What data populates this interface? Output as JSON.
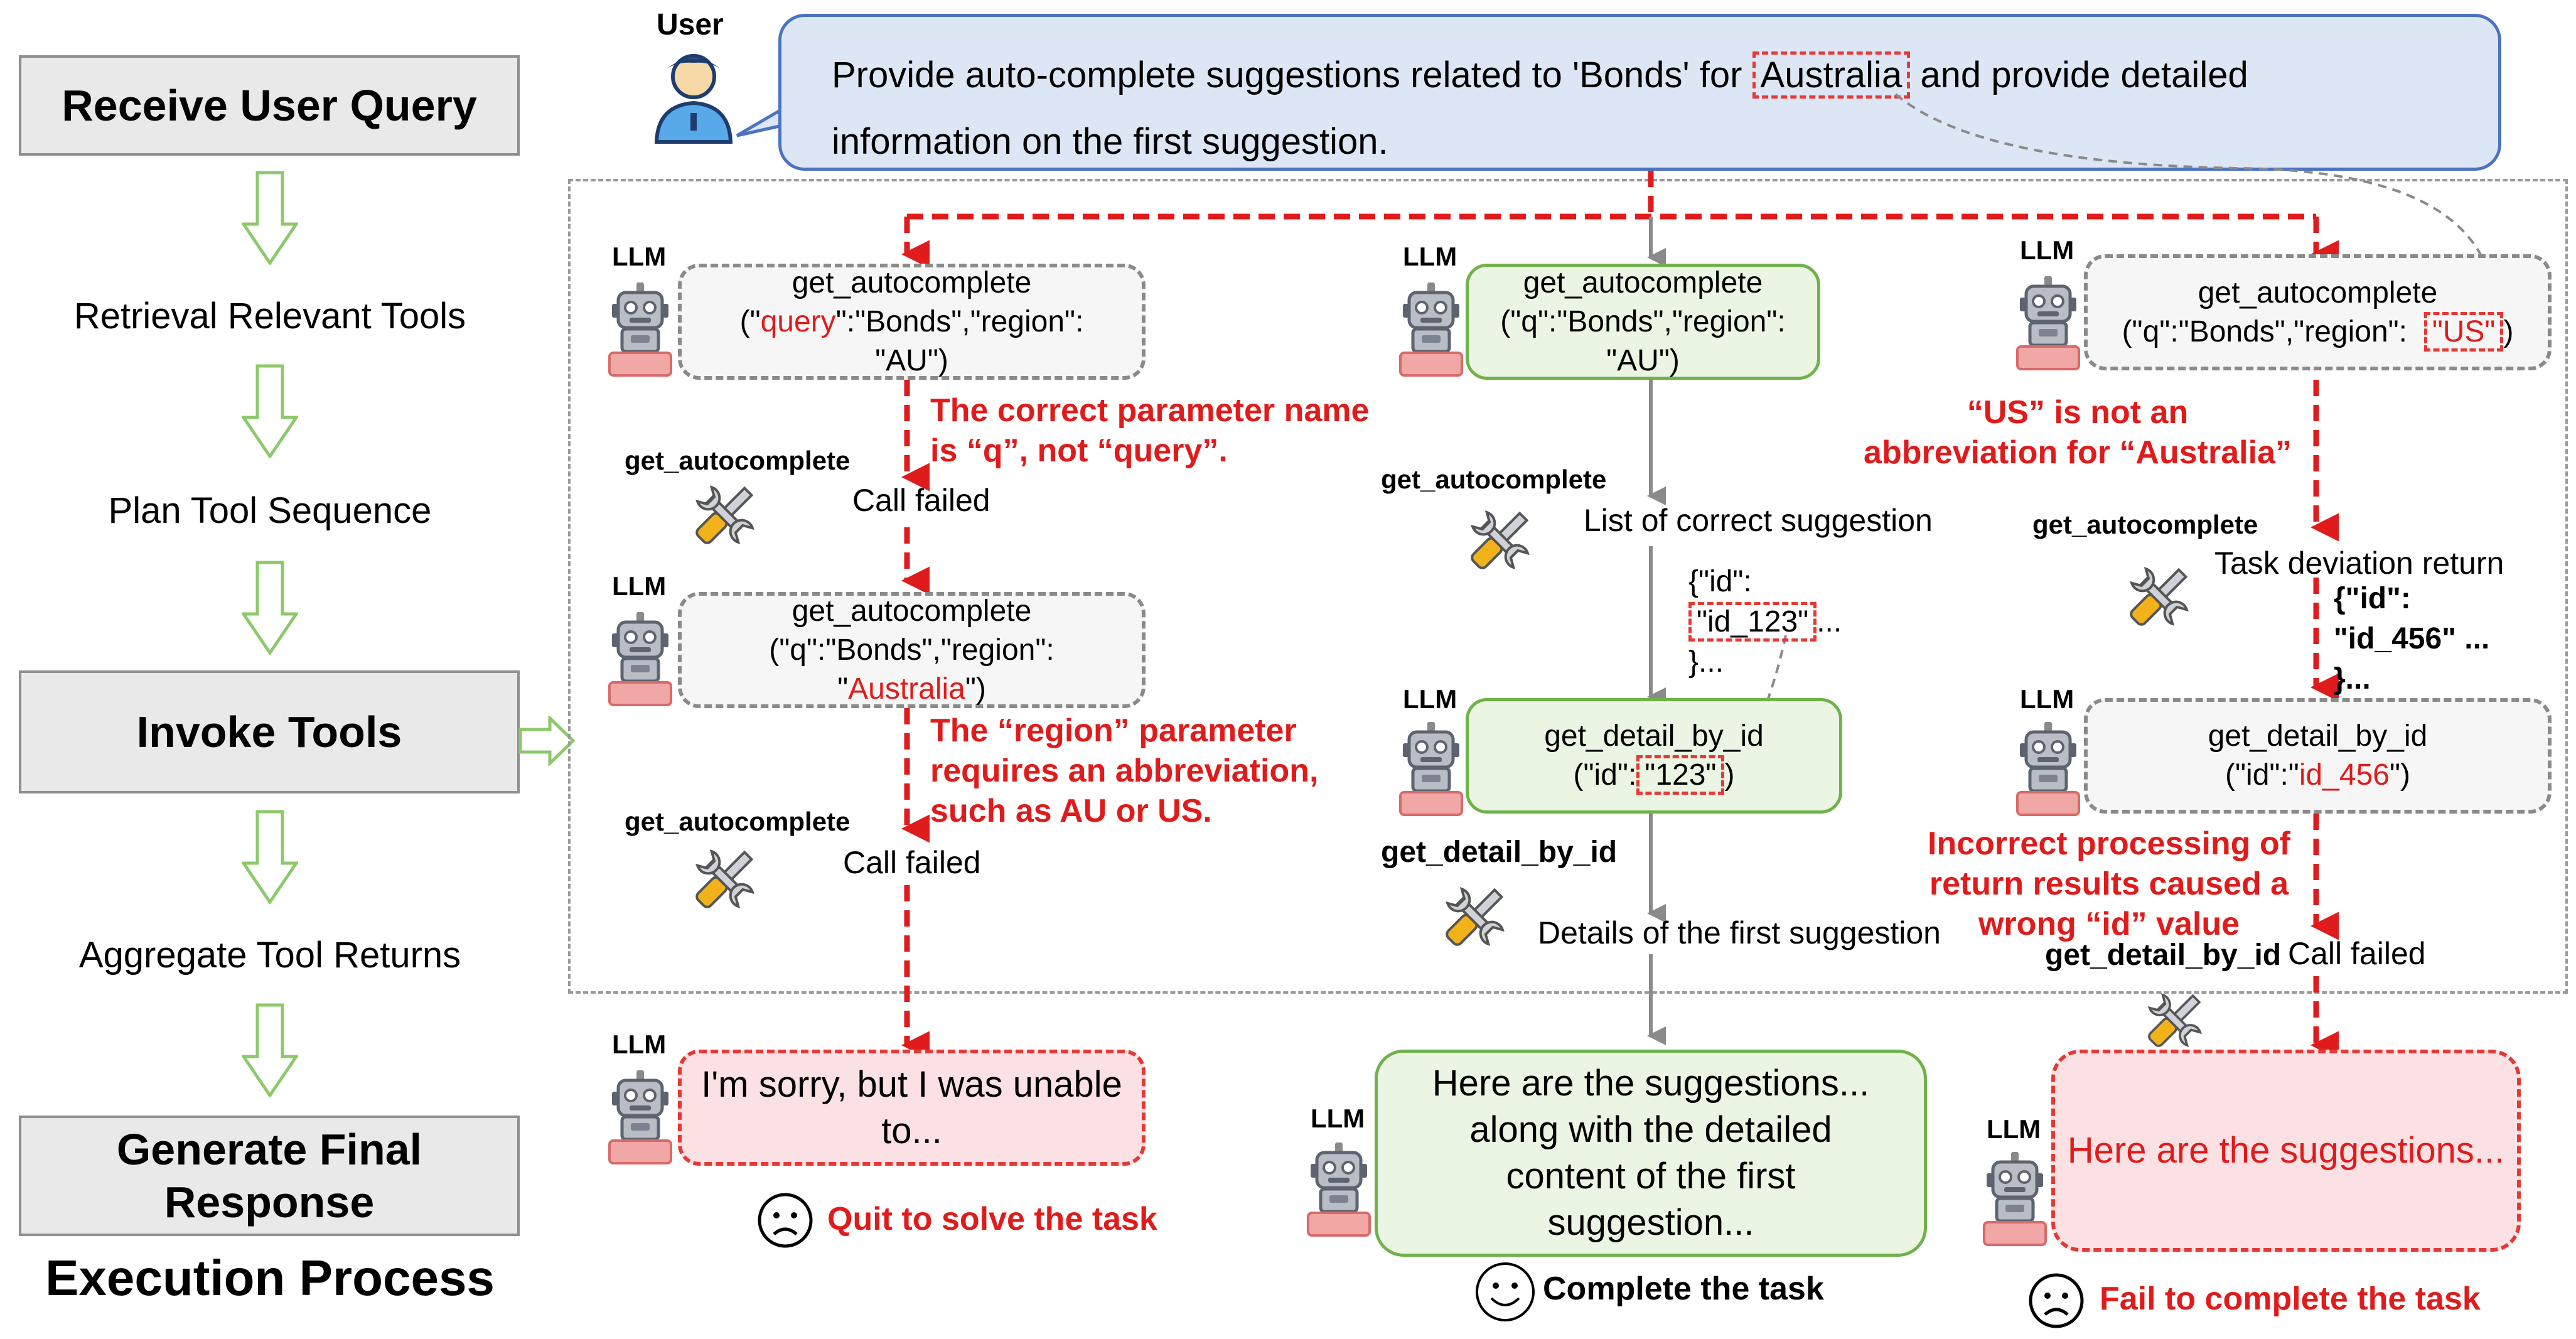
{
  "process": {
    "step1": "Receive User Query",
    "step2": "Retrieval Relevant Tools",
    "step3": "Plan Tool Sequence",
    "step4": "Invoke Tools",
    "step5": "Aggregate Tool Returns",
    "step6": "Generate Final Response",
    "caption": "Execution Process"
  },
  "user": {
    "label": "User",
    "query_line1_a": "Provide auto-complete suggestions related to 'Bonds' for ",
    "query_highlight": "Australia",
    "query_line1_b": " and provide detailed",
    "query_line2": "information on the first suggestion."
  },
  "llm_label": "LLM",
  "left": {
    "call1_fn": "get_autocomplete",
    "call1_a": "(\"",
    "call1_param": "query",
    "call1_b": "\":\"Bonds\",\"region\":",
    "call1_c": "\"AU\")",
    "ann1_line1": "The correct parameter name",
    "ann1_line2": "is “q”, not “query”.",
    "tool1": "get_autocomplete",
    "result1": "Call failed",
    "call2_fn": "get_autocomplete",
    "call2_a": "(\"q\":\"Bonds\",\"region\":",
    "call2_b": "\"",
    "call2_value": "Australia",
    "call2_c": "\")",
    "ann2_line1": "The “region” parameter",
    "ann2_line2": "requires an abbreviation,",
    "ann2_line3": "such as AU or US.",
    "tool2": "get_autocomplete",
    "result2": "Call failed",
    "final_line1": "I'm sorry, but I was unable",
    "final_line2": "to...",
    "outcome": "Quit to solve the task"
  },
  "middle": {
    "call1_fn": "get_autocomplete",
    "call1_a": "(\"q\":\"Bonds\",\"region\":",
    "call1_b": "\"AU\")",
    "tool1": "get_autocomplete",
    "result1": "List of correct suggestion",
    "json_line1": "{\"id\":",
    "json_id": "\"id_123\"",
    "json_ellipsis": "...",
    "json_line3": "}...",
    "call2_fn": "get_detail_by_id",
    "call2_a": "(\"id\":",
    "call2_value": "\"123\"",
    "call2_b": ")",
    "tool2": "get_detail_by_id",
    "result2": "Details of the first suggestion",
    "final_line1": "Here are the suggestions...",
    "final_line2": "along with the detailed",
    "final_line3": "content of the first",
    "final_line4": "suggestion...",
    "outcome": "Complete the task"
  },
  "right": {
    "call1_fn": "get_autocomplete",
    "call1_a": "(\"q\":\"Bonds\",\"region\":  ",
    "call1_value": "\"US\"",
    "call1_b": ")",
    "ann1_line1": "“US” is not an",
    "ann1_line2": "abbreviation for “Australia”",
    "tool1": "get_autocomplete",
    "result1": "Task deviation return",
    "json_line1": "{\"id\":",
    "json_line2": "\"id_456\" ...",
    "json_line3": "}...",
    "call2_fn": "get_detail_by_id",
    "call2_a": "(\"id\":\"",
    "call2_value": "id_456",
    "call2_b": "\")",
    "ann2_line1": "Incorrect processing of",
    "ann2_line2": "return results caused a",
    "ann2_line3": "wrong “id” value",
    "tool2": "get_detail_by_id",
    "result2": "Call failed",
    "final_line1": "Here are the suggestions...",
    "outcome": "Fail to complete the task"
  },
  "colors": {
    "red": "#e01b1b",
    "green_border": "#6fb24a",
    "green_fill": "#eaf5e3",
    "pink_fill": "#fbe1e4",
    "query_fill": "#dde6f4",
    "query_border": "#4a73c2",
    "arrow_green": "#8cc96a"
  },
  "icons": [
    "user-icon",
    "robot-icon",
    "wrench-screwdriver-icon",
    "sad-face-icon",
    "happy-face-icon",
    "green-down-arrow-icon"
  ]
}
